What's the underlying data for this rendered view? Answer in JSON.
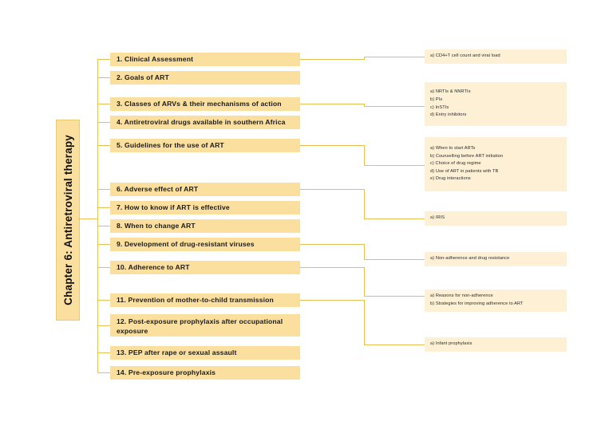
{
  "diagram": {
    "type": "mind-map",
    "root": {
      "label": "Chapter 6: Antiretroviral therapy"
    },
    "colors": {
      "topic_fill": "#fbdf9e",
      "sub_fill": "#fdf0d5",
      "connector": "#e8bf55",
      "text": "#1a1a1a",
      "background": "#ffffff"
    },
    "topics": [
      {
        "label": "1. Clinical Assessment"
      },
      {
        "label": "2. Goals of ART"
      },
      {
        "label": "3. Classes of ARVs & their mechanisms of action"
      },
      {
        "label": "4. Antiretroviral drugs available in southern Africa"
      },
      {
        "label": "5. Guidelines for the use of ART"
      },
      {
        "label": "6. Adverse effect of ART"
      },
      {
        "label": "7. How to know if ART is effective"
      },
      {
        "label": "8. When to change ART"
      },
      {
        "label": "9. Development of drug-resistant viruses"
      },
      {
        "label": "10. Adherence to ART"
      },
      {
        "label": "11. Prevention of mother-to-child transmission"
      },
      {
        "label": "12. Post-exposure prophylaxis after occupational exposure"
      },
      {
        "label": "13. PEP after rape or sexual assault"
      },
      {
        "label": "14. Pre-exposure prophylaxis"
      }
    ],
    "subgroups": [
      {
        "parent": "1. Clinical Assessment",
        "items": [
          "a) CD4+T cell count and viral load"
        ]
      },
      {
        "parent": "3. Classes of ARVs & their mechanisms of action",
        "items": [
          "a) NRTIs & NNRTIs",
          "b) PIs",
          "c) InSTIs",
          "d) Entry inhibitors"
        ]
      },
      {
        "parent": "5. Guidelines for the use of ART",
        "items": [
          "a) When to start ARTs",
          "b) Counselling before ART initiation",
          "c) Choice of drug regime",
          "d) Use of ART in patients with TB",
          "e) Drug interactions"
        ]
      },
      {
        "parent": "6. Adverse effect of ART",
        "items": [
          "a) IRIS"
        ]
      },
      {
        "parent": "9. Development of drug-resistant viruses",
        "items": [
          "a) Non-adherence and drug resistance"
        ]
      },
      {
        "parent": "10. Adherence to ART",
        "items": [
          "a) Reasons for non-adherence",
          "b) Strategies for improving adherence to ART"
        ]
      },
      {
        "parent": "11. Prevention of mother-to-child transmission",
        "items": [
          "a) Infant prophylaxis"
        ]
      }
    ]
  }
}
